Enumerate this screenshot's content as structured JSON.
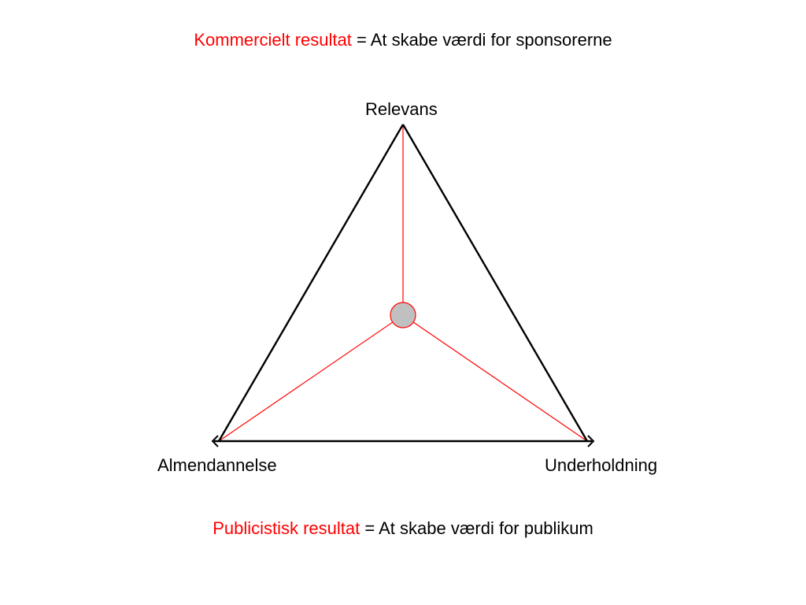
{
  "header": {
    "highlight": "Kommercielt resultat",
    "rest": " = At skabe værdi for sponsorerne"
  },
  "footer": {
    "highlight": "Publicistisk resultat",
    "rest": " = At skabe værdi for publikum"
  },
  "vertices": {
    "top": "Relevans",
    "left": "Almendannelse",
    "right": "Underholdning"
  },
  "colors": {
    "accent": "#ff0000",
    "outline": "#000000",
    "center_fill": "#c0c0c0",
    "center_stroke": "#ff0000"
  }
}
